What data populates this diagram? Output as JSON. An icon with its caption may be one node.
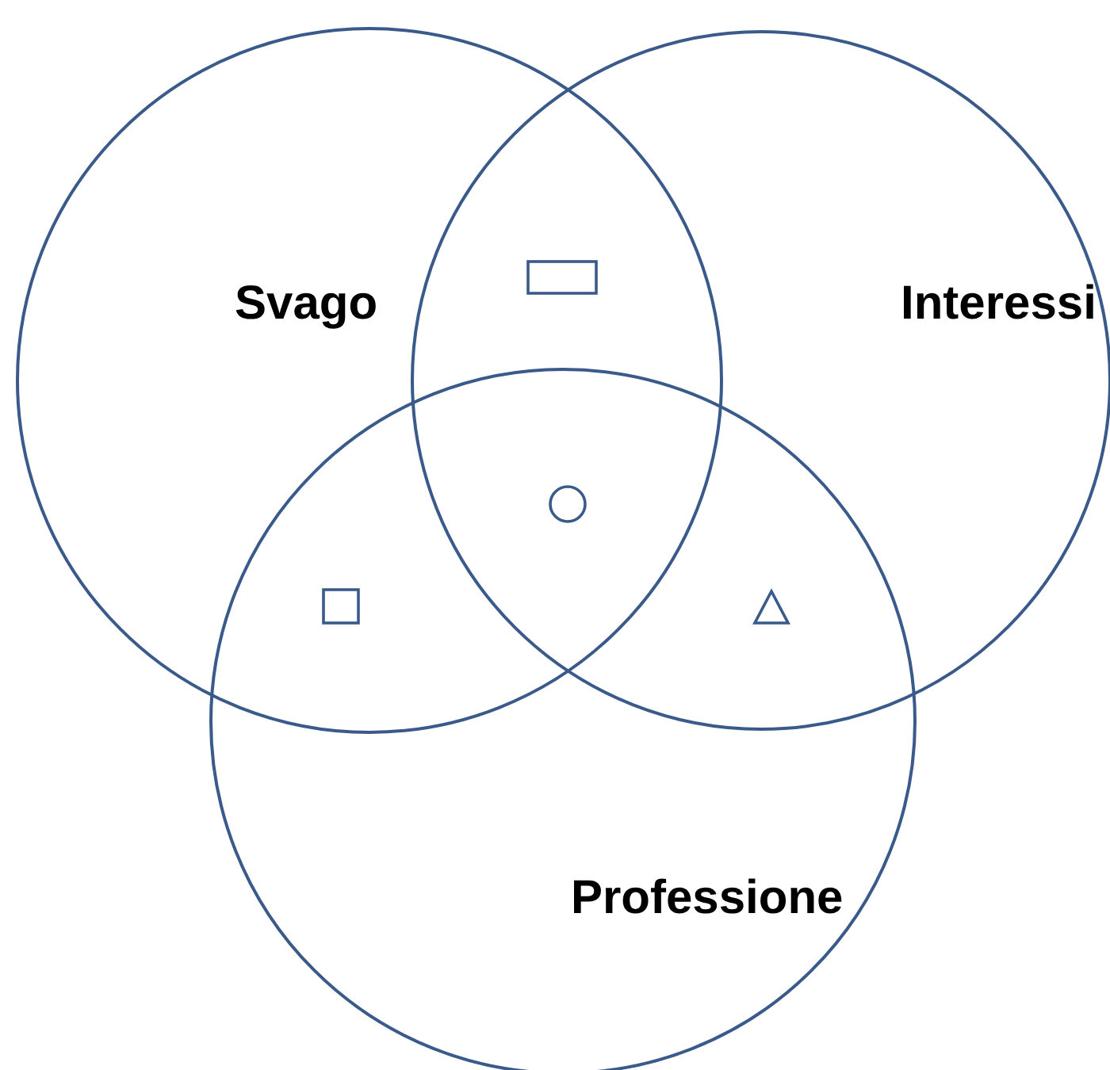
{
  "diagram": {
    "nodes": [
      {
        "text": [
          "Svago"
        ]
      },
      {
        "text": [
          "Interessi"
        ]
      },
      {
        "text": [
          "Professione"
        ]
      },
      {
        "text": [],
        "shape": "box"
      },
      {
        "text": [],
        "shape": "circle"
      },
      {
        "text": [],
        "shape": "box"
      },
      {
        "text": [],
        "shape": "triangle"
      }
    ]
  }
}
